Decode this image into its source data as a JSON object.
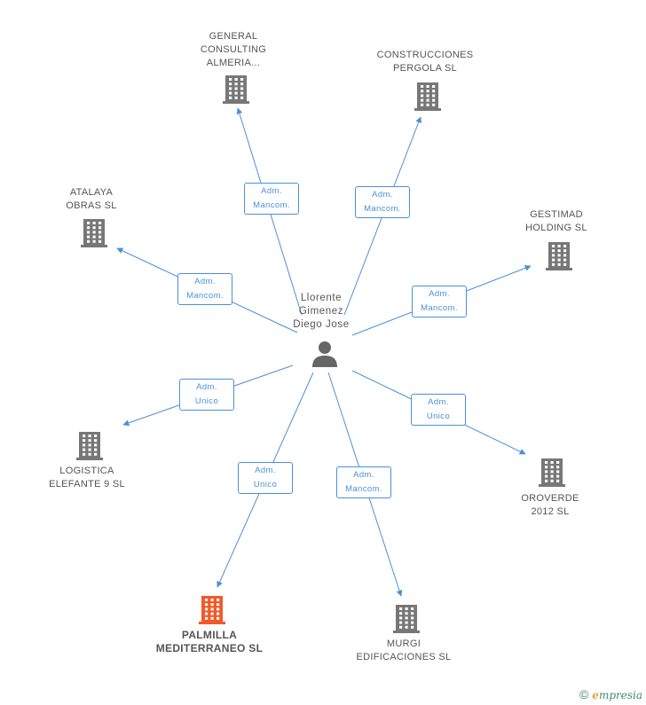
{
  "center": {
    "label": "Llorente\nGimenez\nDiego Jose",
    "icon": "person-icon"
  },
  "colors": {
    "edge": "#4a90d9",
    "building": "#777777",
    "highlight": "#f2592a",
    "text": "#555555"
  },
  "nodes": [
    {
      "id": "general-consulting",
      "label": "GENERAL\nCONSULTING\nALMERIA...",
      "relation": "Adm.\nMancom.",
      "highlight": false
    },
    {
      "id": "construcciones-pergola",
      "label": "CONSTRUCCIONES\nPERGOLA SL",
      "relation": "Adm.\nMancom.",
      "highlight": false
    },
    {
      "id": "atalaya-obras",
      "label": "ATALAYA\nOBRAS SL",
      "relation": "Adm.\nMancom.",
      "highlight": false
    },
    {
      "id": "gestimad-holding",
      "label": "GESTIMAD\nHOLDING SL",
      "relation": "Adm.\nMancom.",
      "highlight": false
    },
    {
      "id": "logistica-elefante",
      "label": "LOGISTICA\nELEFANTE 9 SL",
      "relation": "Adm.\nUnico",
      "highlight": false
    },
    {
      "id": "oroverde",
      "label": "OROVERDE\n2012 SL",
      "relation": "Adm.\nUnico",
      "highlight": false
    },
    {
      "id": "palmilla",
      "label": "PALMILLA\nMEDITERRANEO SL",
      "relation": "Adm.\nUnico",
      "highlight": true
    },
    {
      "id": "murgi",
      "label": "MURGI\nEDIFICACIONES SL",
      "relation": "Adm.\nMancom.",
      "highlight": false
    }
  ],
  "footer": {
    "copyright": "©",
    "brand_initial": "e",
    "brand_rest": "mpresia"
  }
}
